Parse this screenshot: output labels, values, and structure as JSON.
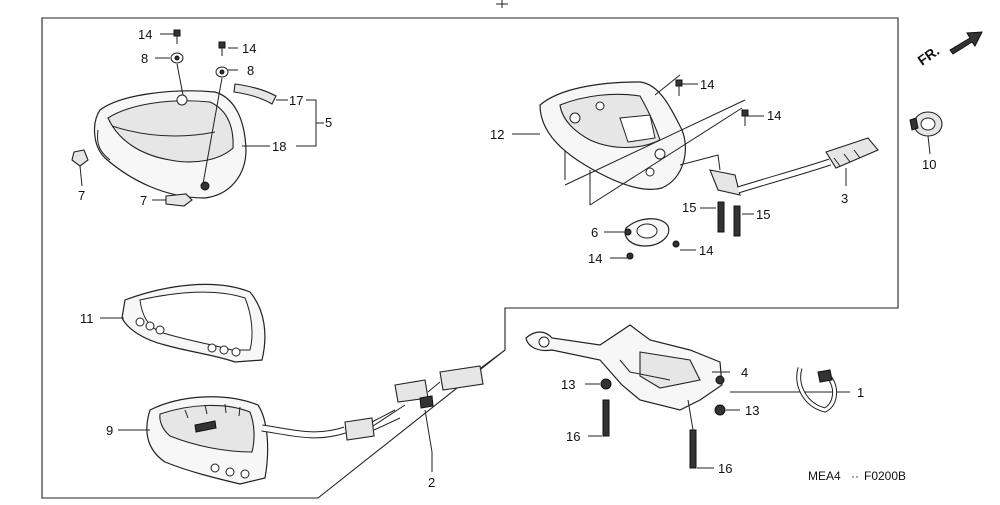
{
  "diagram": {
    "drawing_code": "MEA4",
    "figure_code": "F0200B",
    "direction_marker": "FR.",
    "callouts": [
      {
        "id": "c14a",
        "text": "14"
      },
      {
        "id": "c8a",
        "text": "8"
      },
      {
        "id": "c14b",
        "text": "14"
      },
      {
        "id": "c8b",
        "text": "8"
      },
      {
        "id": "c17",
        "text": "17"
      },
      {
        "id": "c5",
        "text": "5"
      },
      {
        "id": "c18",
        "text": "18"
      },
      {
        "id": "c7a",
        "text": "7"
      },
      {
        "id": "c7b",
        "text": "7"
      },
      {
        "id": "c11",
        "text": "11"
      },
      {
        "id": "c9",
        "text": "9"
      },
      {
        "id": "c2",
        "text": "2"
      },
      {
        "id": "c14c",
        "text": "14"
      },
      {
        "id": "c14d",
        "text": "14"
      },
      {
        "id": "c12",
        "text": "12"
      },
      {
        "id": "c10",
        "text": "10"
      },
      {
        "id": "c3",
        "text": "3"
      },
      {
        "id": "c15a",
        "text": "15"
      },
      {
        "id": "c15b",
        "text": "15"
      },
      {
        "id": "c6",
        "text": "6"
      },
      {
        "id": "c14e",
        "text": "14"
      },
      {
        "id": "c14f",
        "text": "14"
      },
      {
        "id": "c4",
        "text": "4"
      },
      {
        "id": "c1",
        "text": "1"
      },
      {
        "id": "c13a",
        "text": "13"
      },
      {
        "id": "c13b",
        "text": "13"
      },
      {
        "id": "c16a",
        "text": "16"
      },
      {
        "id": "c16b",
        "text": "16"
      }
    ]
  }
}
